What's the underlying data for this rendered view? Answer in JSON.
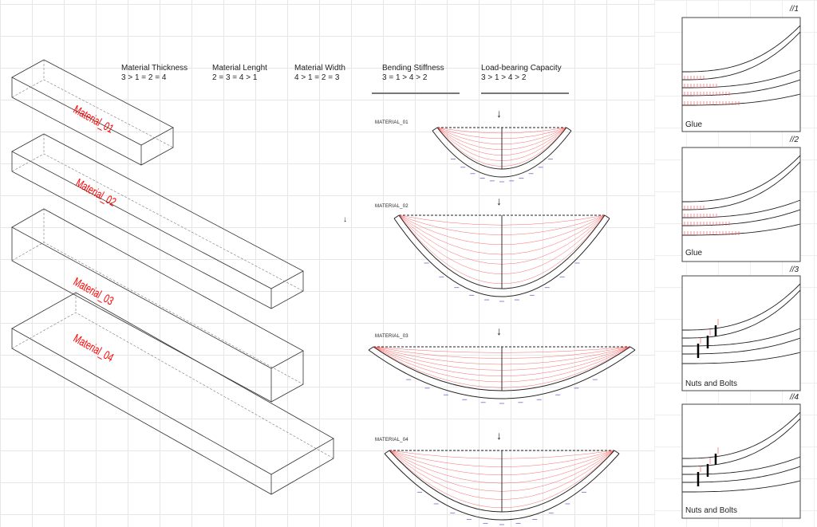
{
  "headers": [
    {
      "title": "Material Thickness",
      "rank": "3 > 1 = 2 = 4"
    },
    {
      "title": "Material Lenght",
      "rank": "2 = 3 = 4 > 1"
    },
    {
      "title": "Material Width",
      "rank": "4 > 1 = 2 = 3"
    },
    {
      "title": "Bending Stiffness",
      "rank": "3 = 1 > 4 > 2"
    },
    {
      "title": "Load-bearing Capacity",
      "rank": "3 > 1 > 4 > 2"
    }
  ],
  "boxes": [
    "Material_01",
    "Material_02",
    "Material_03",
    "Material_04"
  ],
  "bending": [
    "MATERIAL_01",
    "MATERIAL_02",
    "MATERIAL_03",
    "MATERIAL_04"
  ],
  "arrow_glyph": "↓",
  "panels": [
    {
      "num": "//1",
      "label": "Glue"
    },
    {
      "num": "//2",
      "label": "Glue"
    },
    {
      "num": "//3",
      "label": "Nuts and Bolts"
    },
    {
      "num": "//4",
      "label": "Nuts and Bolts"
    }
  ],
  "colors": {
    "stress": "#ff4444",
    "reaction": "#6a6ad8",
    "outline": "#333333"
  }
}
